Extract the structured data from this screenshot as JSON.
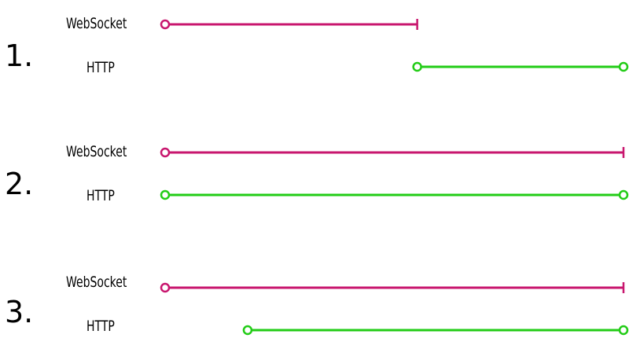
{
  "colors": {
    "websocket": "#c8166e",
    "http": "#22cc16",
    "text": "#000000"
  },
  "scenarios": [
    {
      "number": "1.",
      "rows": [
        {
          "label": "WebSocket",
          "kind": "websocket",
          "start": 0.0,
          "end": 0.55,
          "end_cap": "bar"
        },
        {
          "label": "HTTP",
          "kind": "http",
          "start": 0.55,
          "end": 1.0,
          "end_cap": "circle"
        }
      ]
    },
    {
      "number": "2.",
      "rows": [
        {
          "label": "WebSocket",
          "kind": "websocket",
          "start": 0.0,
          "end": 1.0,
          "end_cap": "bar"
        },
        {
          "label": "HTTP",
          "kind": "http",
          "start": 0.0,
          "end": 1.0,
          "end_cap": "circle"
        }
      ]
    },
    {
      "number": "3.",
      "rows": [
        {
          "label": "WebSocket",
          "kind": "websocket",
          "start": 0.0,
          "end": 1.0,
          "end_cap": "bar"
        },
        {
          "label": "HTTP",
          "kind": "http",
          "start": 0.18,
          "end": 1.0,
          "end_cap": "circle"
        }
      ]
    }
  ]
}
